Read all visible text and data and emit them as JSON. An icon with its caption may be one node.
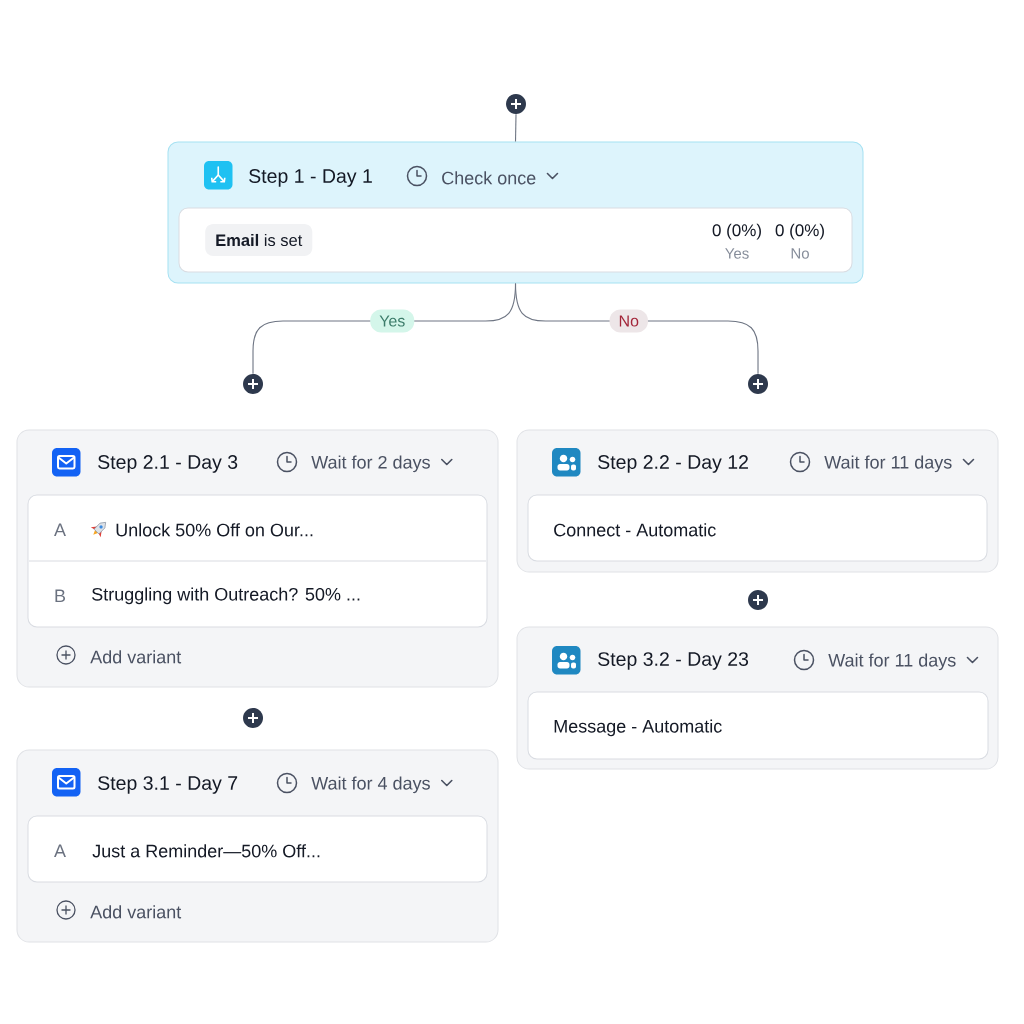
{
  "diagram": {
    "nodes": [
      {
        "text": [],
        "shape": "circle"
      },
      {
        "text": [
          "Step 1 - Day 1",
          "Check once"
        ]
      },
      {
        "text": [
          "**Email** is set",
          "0 (0%)",
          "Yes",
          "0 (0%)",
          "No"
        ],
        "in": 1
      },
      {
        "text": [],
        "shape": "circle"
      },
      {
        "text": [],
        "shape": "circle"
      },
      {
        "text": [
          "Step 2.1 - Day 3",
          "Wait for 2 days",
          "Add variant"
        ]
      },
      {
        "text": [
          "A",
          "Unlock 50% Off on Our...",
          "B",
          "Struggling with Outreach? 50% ..."
        ],
        "in": 5
      },
      {
        "text": [
          "Step 2.2 - Day 12",
          "Wait for 11 days"
        ]
      },
      {
        "text": [
          "Connect - Automatic"
        ],
        "in": 7
      },
      {
        "text": [],
        "shape": "circle"
      },
      {
        "text": [
          "Step 3.2 - Day 23",
          "Wait for 11 days"
        ]
      },
      {
        "text": [
          "Message - Automatic"
        ],
        "in": 10
      },
      {
        "text": [],
        "shape": "circle"
      },
      {
        "text": [
          "Step 3.1 - Day 7",
          "Wait for 4 days",
          "Add variant"
        ]
      },
      {
        "text": [
          "A",
          "Just a Reminder—50% Off..."
        ],
        "in": 13
      }
    ],
    "edges": [
      {
        "from": 0,
        "to": 1,
        "arrow": "none"
      },
      {
        "from": 1,
        "to": 3,
        "arrow": "none",
        "label": "Yes"
      },
      {
        "from": 1,
        "to": 4,
        "arrow": "none",
        "label": "No"
      }
    ]
  }
}
